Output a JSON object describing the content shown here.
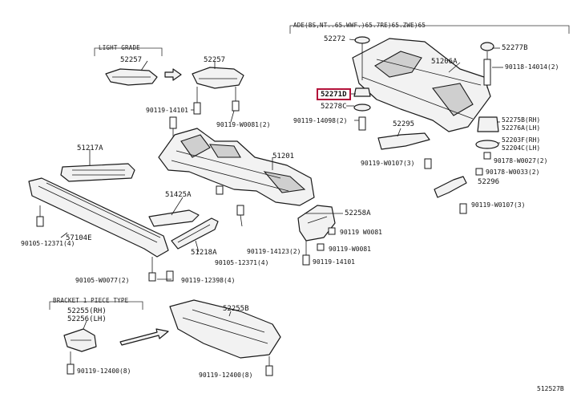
{
  "headers": {
    "light_grade": "LIGHT GRADE",
    "top_right": "ADE(BS,NT..65.WWF.)65.7RE)65.ZWE)65",
    "bracket": "BRACKET 1 PIECE TYPE"
  },
  "labels": {
    "p52257_a": "52257",
    "p52257_b": "52257",
    "p90119_14101_a": "90119-14101",
    "p90119_w0081_2": "90119-W0081(2)",
    "p51217a": "51217A",
    "p51201": "51201",
    "p51425a": "51425A",
    "p57104e": "57104E",
    "p90105_12371_4": "90105-12371(4)",
    "p51218a": "51218A",
    "p90119_14123_2": "90119-14123(2)",
    "p90105_12371_4b": "90105-12371(4)",
    "p90105_w0077_2": "90105-W0077(2)",
    "p90119_12398_4": "90119-12398(4)",
    "p52272": "52272",
    "p52271d": "52271D",
    "p52278c": "52278C",
    "p90119_14098_2": "90119-14098(2)",
    "p51206a": "51206A",
    "p52295": "52295",
    "p90119_w0107_3a": "90119-W0107(3)",
    "p52277b": "52277B",
    "p90118_14014_2": "90118-14014(2)",
    "p52275b": "52275B(RH)",
    "p52276a": "52276A(LH)",
    "p52203f": "52203F(RH)",
    "p52204c": "52204C(LH)",
    "p90178_w0027_2": "90178-W0027(2)",
    "p90178_w0033_2": "90178-W0033(2)",
    "p52296": "52296",
    "p90119_w0107_3b": "90119-W0107(3)",
    "p52258a": "52258A",
    "p90119_w0081": "90119 W0081",
    "p90119_w0081b": "90119-W0081",
    "p90119_14101_b": "90119-14101",
    "p52255": "52255(RH)",
    "p52256": "52256(LH)",
    "p90119_12400_8a": "90119-12400(8)",
    "p52255b": "52255B",
    "p90119_12400_8b": "90119-12400(8)",
    "diagram_id": "512527B"
  },
  "colors": {
    "highlight": "#b3123a",
    "line": "#1a1a1a",
    "fill": "#f2f2f2"
  }
}
